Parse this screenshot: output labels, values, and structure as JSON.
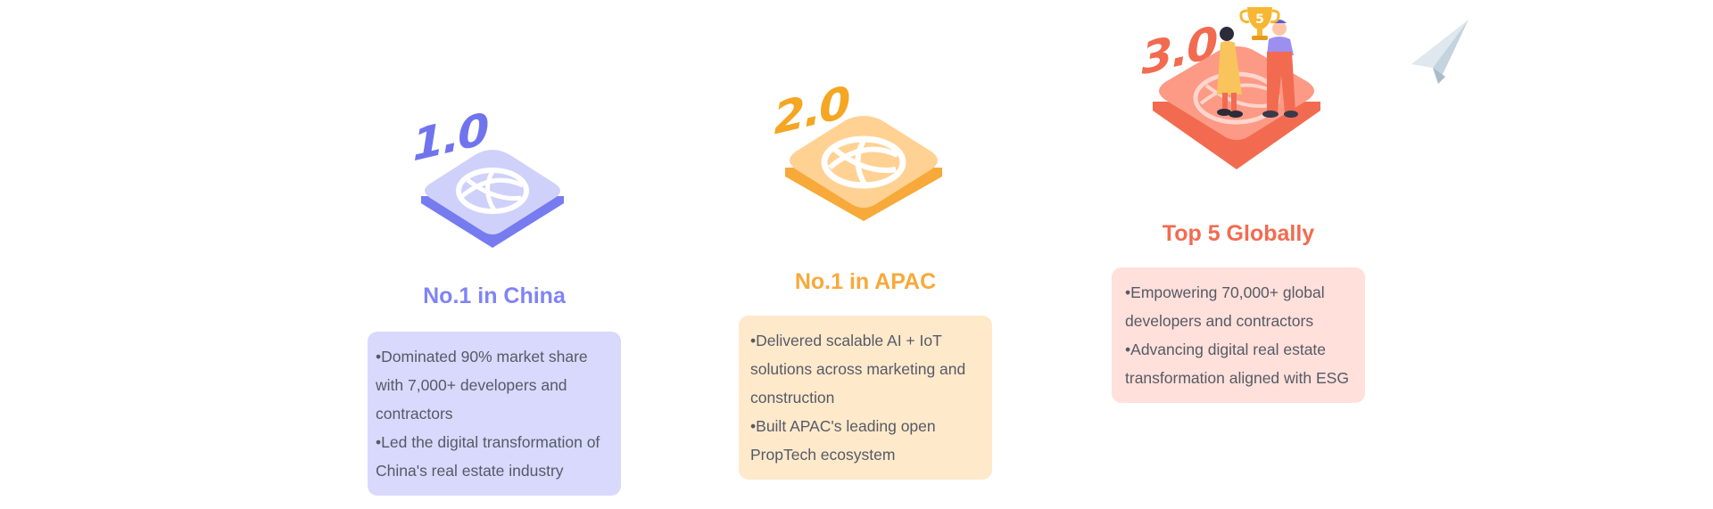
{
  "colors": {
    "stage1": "#7f84f6",
    "stage2": "#f7a93a",
    "stage3": "#f56f57",
    "card1_bg": "#d8d9fc",
    "card2_bg": "#ffe9cb",
    "card3_bg": "#ffe0da"
  },
  "stages": [
    {
      "version": "1.0",
      "title": "No.1 in China",
      "icon": "globe-platform-icon",
      "bullets": [
        "Dominated 90% market share with 7,000+ developers and contractors",
        "Led the digital transformation of China's real estate industry"
      ]
    },
    {
      "version": "2.0",
      "title": "No.1 in APAC",
      "icon": "globe-platform-icon",
      "bullets": [
        "Delivered scalable AI + IoT solutions across marketing and construction",
        "Built APAC's leading open PropTech ecosystem"
      ]
    },
    {
      "version": "3.0",
      "title": "Top 5 Globally",
      "icon": "globe-platform-with-trophy-icon",
      "trophy_number": "5",
      "bullets": [
        "Empowering 70,000+ global developers and contractors",
        "Advancing digital real estate transformation aligned with ESG"
      ]
    }
  ],
  "decorations": [
    "paper-plane-icon"
  ]
}
